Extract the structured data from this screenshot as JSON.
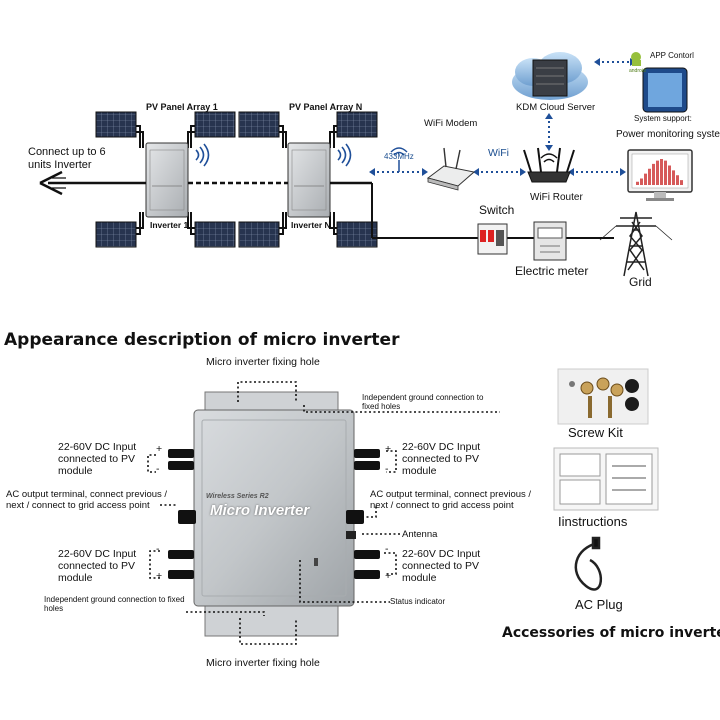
{
  "system": {
    "pv_array_1": "PV Panel Array 1",
    "pv_array_n": "PV Panel Array N",
    "inverter_1": "Inverter 1",
    "inverter_n": "Inverter N",
    "connect_note": "Connect up to 6 units Inverter",
    "rf_label": "433MHz",
    "wifi_label": "WiFi",
    "wifi_modem": "WiFi Modem",
    "wifi_router": "WiFi Router",
    "cloud_server": "KDM Cloud Server",
    "app_control": "APP Contorl",
    "system_support": "System support:",
    "power_monitoring": "Power monitoring system",
    "switch": "Switch",
    "electric_meter": "Electric meter",
    "grid": "Grid",
    "android": "android",
    "pc_chart_values": [
      2,
      4,
      7,
      10,
      13,
      15,
      16,
      15,
      12,
      9,
      6,
      3
    ]
  },
  "appearance": {
    "title": "Appearance description of micro inverter",
    "fixing_hole_top": "Micro inverter fixing hole",
    "fixing_hole_bottom": "Micro inverter fixing hole",
    "ground_right": "Independent ground connection to fixed holes",
    "ground_left": "Independent ground connection to fixed holes",
    "dc_input_left_1": "22-60V DC Input connected to PV module",
    "dc_input_left_2": "22-60V DC Input connected to PV module",
    "dc_input_right_1": "22-60V DC Input connected to PV module",
    "dc_input_right_2": "22-60V DC Input connected to PV module",
    "ac_left": "AC output terminal, connect previous / next / connect to grid access point",
    "ac_right": "AC output terminal, connect previous / next / connect to grid access point",
    "antenna": "Antenna",
    "status_indicator": "Status indicator",
    "device_series": "Wireless Series R2",
    "device_name": "Micro Inverter",
    "plus": "+",
    "minus": "-"
  },
  "accessories": {
    "screw_kit": "Screw Kit",
    "instructions": "Iinstructions",
    "ac_plug": "AC Plug",
    "title": "Accessories of micro inverter"
  },
  "colors": {
    "line": "#111111",
    "link_blue": "#1f4f99",
    "inverter_body": "#bfc3c6",
    "panel_blue": "#2b3a58"
  }
}
